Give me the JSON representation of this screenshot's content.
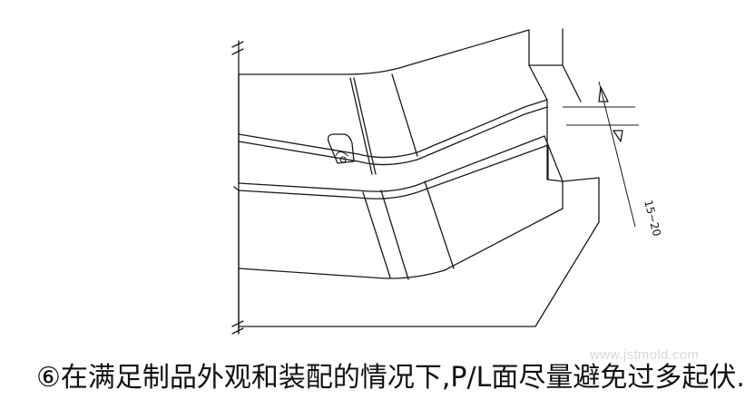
{
  "diagram": {
    "dimension_label": "15~20",
    "watermark": "www.jstmold.com",
    "caption": "⑥在满足制品外观和装配的情况下,P/L面尽量避免过多起伏."
  }
}
